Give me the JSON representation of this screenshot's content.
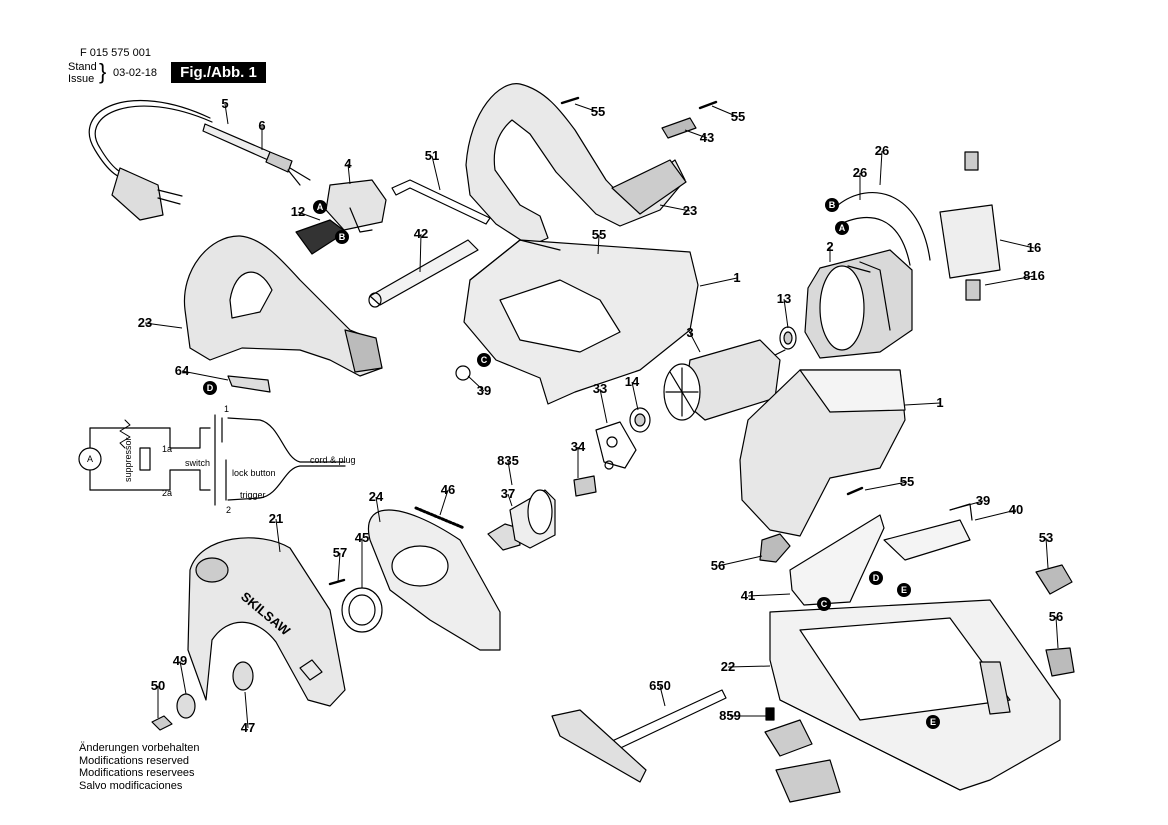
{
  "header": {
    "doc_number": "F 015 575 001",
    "stand": "Stand",
    "issue": "Issue",
    "date": "03-02-18",
    "figure": "Fig./Abb. 1"
  },
  "notes": [
    "Änderungen vorbehalten",
    "Modifications reserved",
    "Modifications reservees",
    "Salvo modificaciones"
  ],
  "callouts": [
    "5",
    "6",
    "4",
    "12",
    "51",
    "55",
    "55",
    "43",
    "23",
    "55",
    "42",
    "1",
    "23",
    "64",
    "39",
    "2",
    "26",
    "26",
    "16",
    "816",
    "13",
    "3",
    "33",
    "14",
    "1",
    "34",
    "835",
    "37",
    "24",
    "46",
    "55",
    "21",
    "57",
    "45",
    "39",
    "40",
    "56",
    "53",
    "41",
    "56",
    "22",
    "49",
    "50",
    "47",
    "650",
    "859"
  ],
  "connectors": [
    "A",
    "B",
    "A",
    "B",
    "C",
    "D",
    "C",
    "D",
    "E",
    "E"
  ],
  "schematic": {
    "motor_label": "A",
    "suppressor": "suppressor",
    "switch": "switch",
    "lock_button": "lock button",
    "trigger": "trigger",
    "cord_plug": "cord & plug",
    "term_1": "1",
    "term_1a": "1a",
    "term_2": "2",
    "term_2a": "2a"
  },
  "brand": "SKILSAW"
}
